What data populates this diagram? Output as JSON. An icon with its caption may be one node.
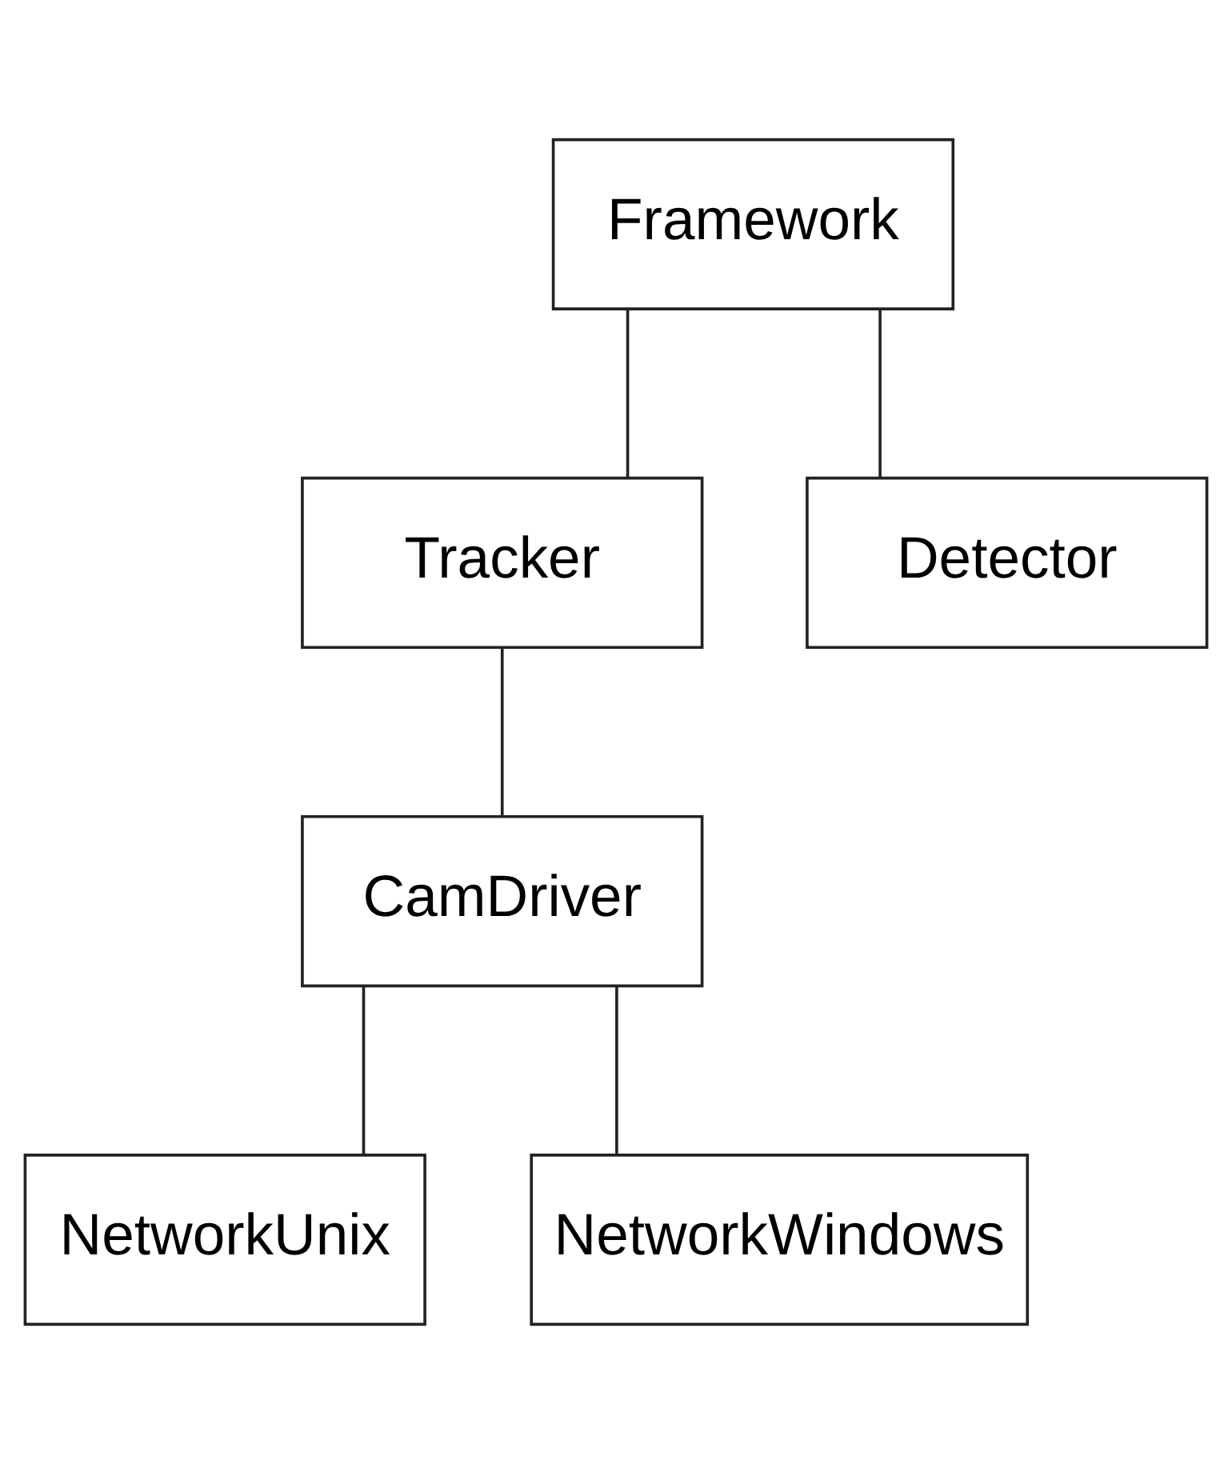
{
  "diagram": {
    "nodes": [
      {
        "text": [
          "Framework"
        ]
      },
      {
        "text": [
          "Tracker"
        ]
      },
      {
        "text": [
          "Detector"
        ]
      },
      {
        "text": [
          "CamDriver"
        ]
      },
      {
        "text": [
          "NetworkUnix"
        ]
      },
      {
        "text": [
          "NetworkWindows"
        ]
      }
    ],
    "edges": [
      {
        "from": 0,
        "to": 1,
        "arrow": "none"
      },
      {
        "from": 0,
        "to": 2,
        "arrow": "none"
      },
      {
        "from": 1,
        "to": 3,
        "arrow": "none"
      },
      {
        "from": 3,
        "to": 4,
        "arrow": "none"
      },
      {
        "from": 3,
        "to": 5,
        "arrow": "none"
      }
    ]
  }
}
